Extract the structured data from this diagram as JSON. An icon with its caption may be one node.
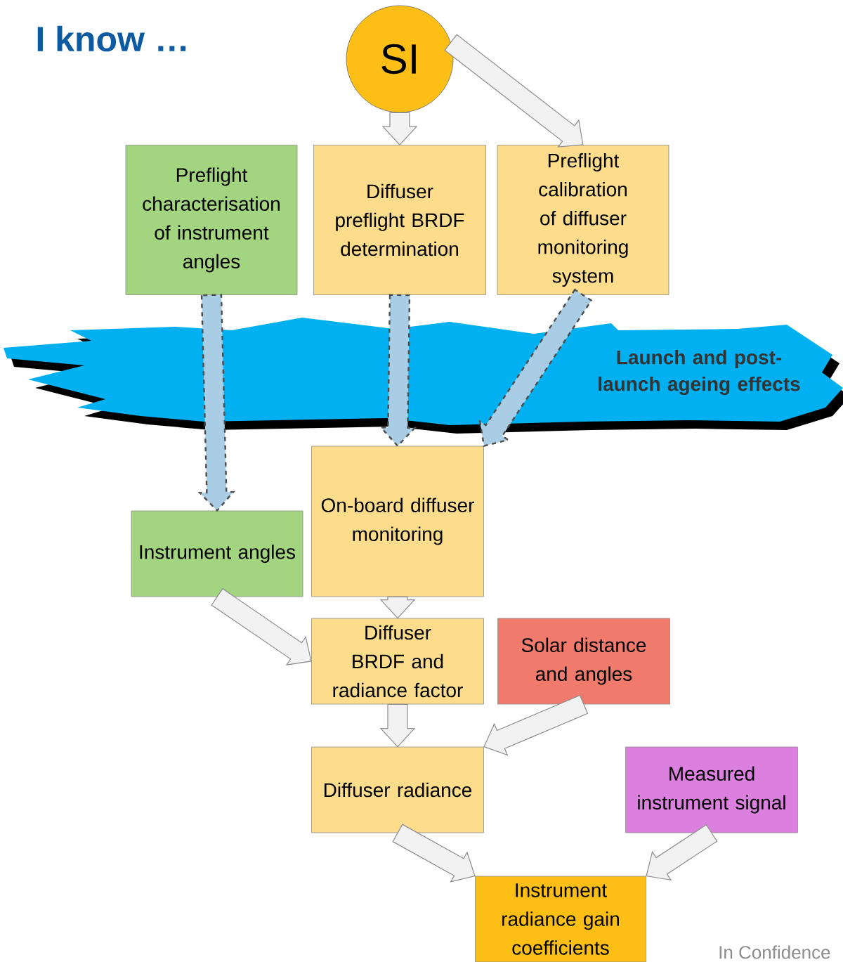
{
  "diagram": {
    "title": "I know …",
    "nodes": [
      {
        "text": [
          "SI"
        ]
      },
      {
        "text": [
          "Preflight characterisation of instrument angles"
        ]
      },
      {
        "text": [
          "Diffuser preflight BRDF determination"
        ]
      },
      {
        "text": [
          "Preflight calibration of diffuser monitoring system"
        ]
      },
      {
        "text": [
          "Launch and post-launch ageing effects"
        ]
      },
      {
        "text": [
          "Instrument angles"
        ]
      },
      {
        "text": [
          "On-board diffuser monitoring"
        ]
      },
      {
        "text": [
          "Diffuser BRDF and radiance factor"
        ]
      },
      {
        "text": [
          "Solar distance and angles"
        ]
      },
      {
        "text": [
          "Diffuser radiance"
        ]
      },
      {
        "text": [
          "Measured instrument signal"
        ]
      },
      {
        "text": [
          "Instrument radiance gain coefficients"
        ]
      }
    ],
    "edges": [
      {
        "from": 0,
        "to": 2,
        "arrow": "to"
      },
      {
        "from": 0,
        "to": 3,
        "arrow": "to"
      },
      {
        "from": 1,
        "to": 5,
        "arrow": "to",
        "style": "dashed"
      },
      {
        "from": 2,
        "to": 6,
        "arrow": "to",
        "style": "dashed"
      },
      {
        "from": 3,
        "to": 6,
        "arrow": "to",
        "style": "dashed"
      },
      {
        "from": 6,
        "to": 7,
        "arrow": "to"
      },
      {
        "from": 5,
        "to": 7,
        "arrow": "to"
      },
      {
        "from": 7,
        "to": 9,
        "arrow": "to"
      },
      {
        "from": 8,
        "to": 9,
        "arrow": "to"
      },
      {
        "from": 9,
        "to": 11,
        "arrow": "to"
      },
      {
        "from": 10,
        "to": 11,
        "arrow": "to"
      }
    ],
    "labels": [
      "In Confidence"
    ]
  }
}
